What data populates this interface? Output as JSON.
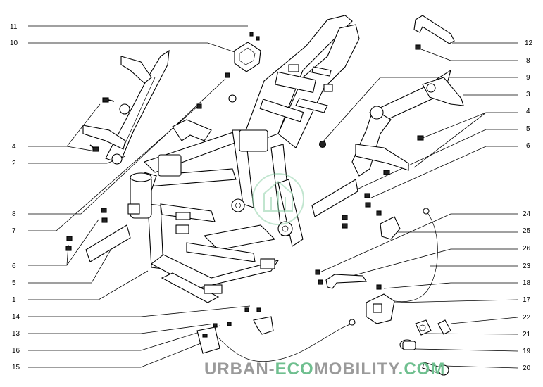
{
  "callouts_left": [
    "11",
    "10",
    "4",
    "2",
    "8",
    "7",
    "6",
    "5",
    "1",
    "14",
    "13",
    "16",
    "15"
  ],
  "callouts_right": [
    "12",
    "8",
    "9",
    "3",
    "4",
    "5",
    "6",
    "24",
    "25",
    "26",
    "23",
    "18",
    "17",
    "22",
    "21",
    "19",
    "20"
  ],
  "watermark": {
    "part1": "URBAN-",
    "part2": "ECO",
    "part3": "MOBILITY",
    "part4": ".COM",
    "grey": "#9a9a9a",
    "green": "#6fbf8f"
  }
}
